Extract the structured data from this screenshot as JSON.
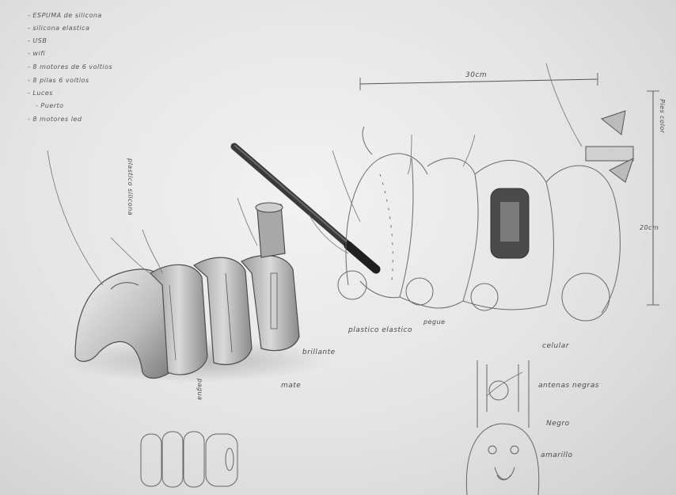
{
  "notes": [
    "- ESPUMA de silicona",
    "- silicona elastica",
    "- USB",
    "- wifi",
    "- 8 motores de 6 voltios",
    "- 8 pilas 6 voltios",
    "- Luces",
    "- Puerto",
    "- 8 motores led"
  ],
  "labels": {
    "dim_top": "30cm",
    "dim_right_bottom": "20cm",
    "plastico_elastico": "plastico elastico",
    "pegue": "pegue",
    "pagua": "pagua",
    "brillante": "brillante",
    "mate": "mate",
    "celular": "celular",
    "antenas_negras": "antenas negras",
    "negro": "Negro",
    "amarillo": "amarillo",
    "plastico_silicona": "plastico silicona",
    "pies_color": "Pies color"
  },
  "colors": {
    "paper": "#e6e6e6",
    "pencil_line": "#5a5a5a",
    "pen_body": "#3a3a3a"
  }
}
